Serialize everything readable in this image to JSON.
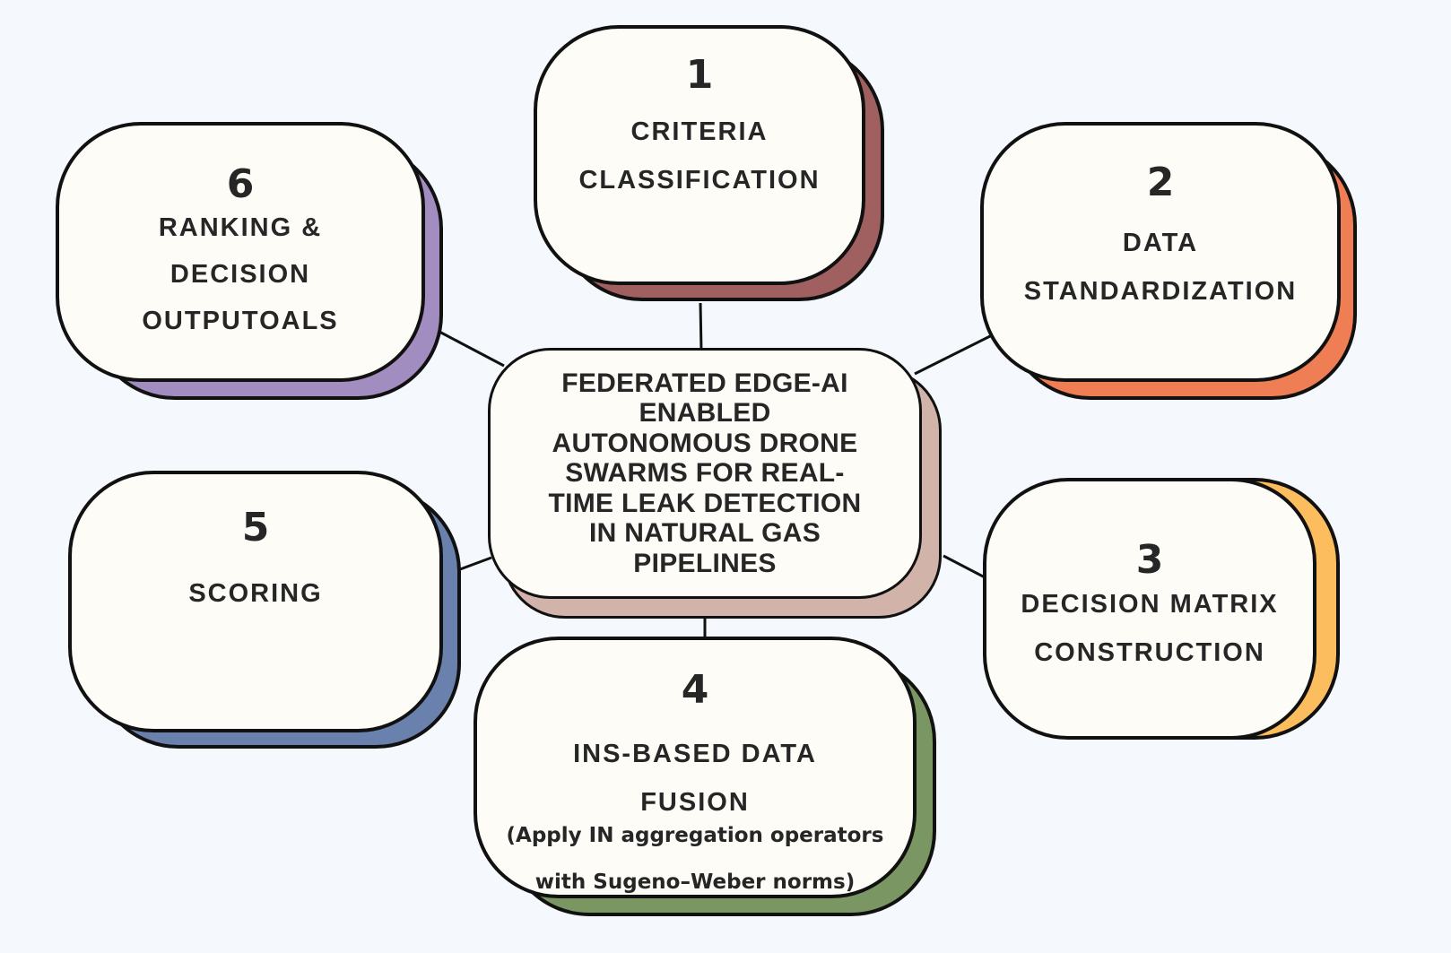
{
  "colors": {
    "background": "#f5f9fd",
    "card_fill": "#fdfcf7",
    "outline": "#111111",
    "text": "#262626",
    "center_shadow": "#d2b3a9",
    "step1_shadow": "#a06060",
    "step2_shadow": "#f07e55",
    "step3_shadow": "#fbbd5e",
    "step4_shadow": "#7a9663",
    "step5_shadow": "#6a80ad",
    "step6_shadow": "#a28dc0"
  },
  "center": {
    "title": "FEDERATED EDGE-AI\nENABLED\nAUTONOMOUS DRONE\nSWARMS FOR REAL-\nTIME LEAK DETECTION\nIN NATURAL GAS\nPIPELINES"
  },
  "steps": [
    {
      "number": "1",
      "label": "CRITERIA\nCLASSIFICATION"
    },
    {
      "number": "2",
      "label": "DATA\nSTANDARDIZATION"
    },
    {
      "number": "3",
      "label": "DECISION MATRIX\nCONSTRUCTION"
    },
    {
      "number": "4",
      "label": "INS-BASED DATA\nFUSION",
      "detail": "(Apply IN aggregation operators\nwith Sugeno–Weber norms)"
    },
    {
      "number": "5",
      "label": "SCORING"
    },
    {
      "number": "6",
      "label": "RANKING &\nDECISION\nOUTPUTOALS"
    }
  ]
}
